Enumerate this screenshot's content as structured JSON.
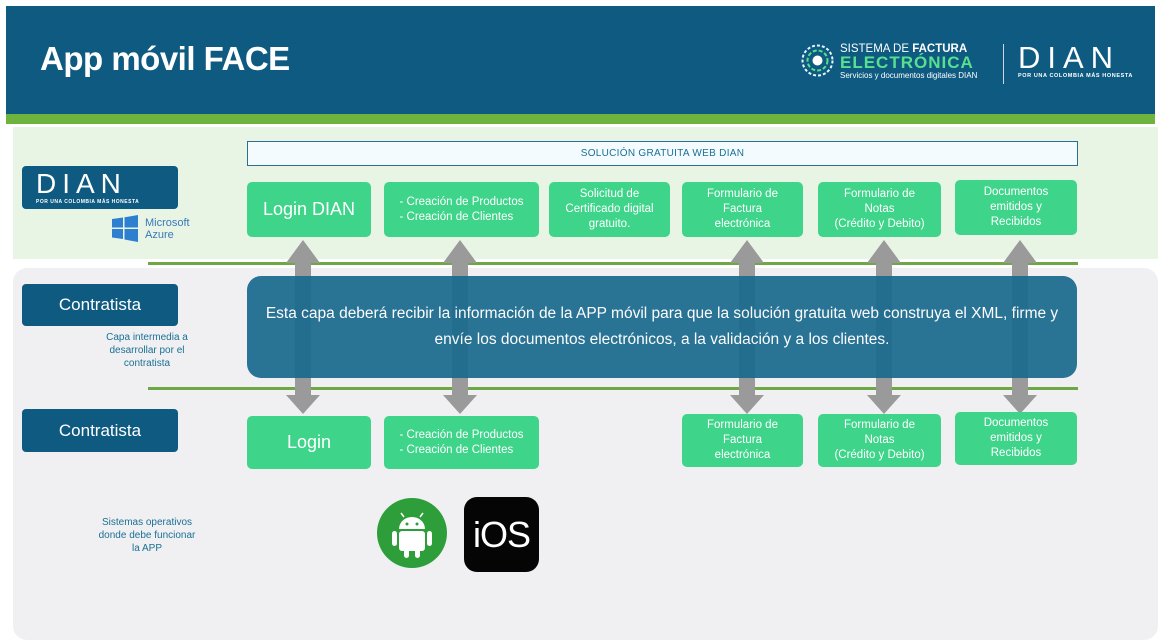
{
  "header": {
    "title": "App móvil FACE",
    "sistema_line1_a": "SISTEMA DE ",
    "sistema_line1_b": "FACTURA",
    "sistema_line2": "ELECTRÓNICA",
    "sistema_line3": "Servicios y documentos digitales DIAN",
    "dian_word": "DIAN",
    "dian_tagline": "POR UNA COLOMBIA MÁS HONESTA"
  },
  "left_panel": {
    "dian_word": "DIAN",
    "dian_tagline": "POR UNA COLOMBIA MÁS HONESTA",
    "microsoft": "Microsoft",
    "azure": "Azure",
    "contratista_top": "Contratista",
    "capa_note": "Capa intermedia a\ndesarrollar por el\ncontratista",
    "contratista_bottom": "Contratista",
    "so_note": "Sistemas operativos\ndonde debe funcionar\nla APP"
  },
  "top_row": {
    "header_label": "SOLUCIÓN GRATUITA WEB DIAN",
    "login": "Login DIAN",
    "productos": "- Creación de Productos\n- Creación de Clientes",
    "certificado": "Solicitud de\nCertificado digital\ngratuito.",
    "factura": "Formulario de\nFactura\nelectrónica",
    "notas": "Formulario de\nNotas\n(Crédito y Debito)",
    "documentos": "Documentos\nemitidos y\nRecibidos"
  },
  "middle": {
    "text": "Esta capa deberá recibir la información de la APP móvil para que la solución gratuita web construya el XML, firme y envíe los documentos electrónicos, a la validación y a los clientes."
  },
  "bottom_row": {
    "login": "Login",
    "productos": "- Creación de Productos\n- Creación de Clientes",
    "factura": "Formulario de\nFactura\nelectrónica",
    "notas": "Formulario de\nNotas\n(Crédito y Debito)",
    "documentos": "Documentos\nemitidos y\nRecibidos"
  },
  "os": {
    "ios_label": "iOS"
  },
  "colors": {
    "header_blue": "#0e5a80",
    "box_green": "#3ed48a",
    "line_green": "#6ea844",
    "arrow_gray": "#9a9a9a",
    "android_green": "#2e9e3a"
  }
}
